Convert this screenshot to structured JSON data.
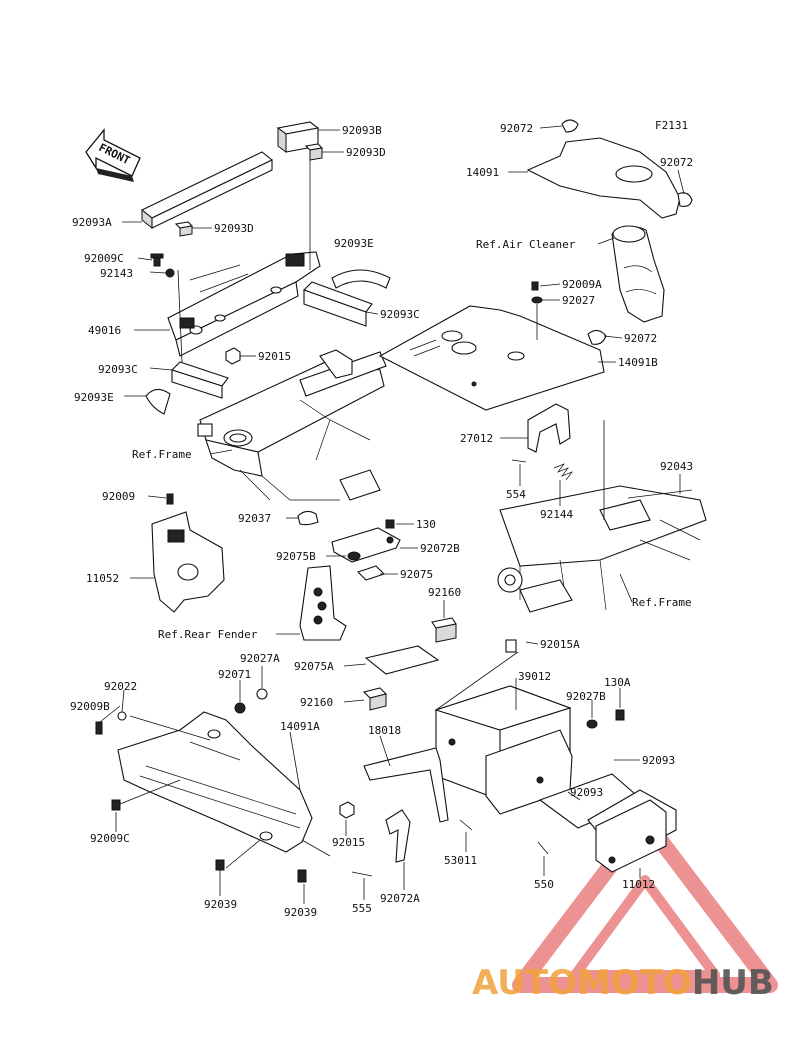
{
  "diagram": {
    "code": "F2131",
    "front_arrow": "FRONT",
    "callouts": [
      {
        "id": "c1",
        "text": "92093B"
      },
      {
        "id": "c2",
        "text": "92093D"
      },
      {
        "id": "c3",
        "text": "92093A"
      },
      {
        "id": "c4",
        "text": "92093D"
      },
      {
        "id": "c5",
        "text": "92009C"
      },
      {
        "id": "c6",
        "text": "92143"
      },
      {
        "id": "c7",
        "text": "92093E"
      },
      {
        "id": "c8",
        "text": "49016"
      },
      {
        "id": "c9",
        "text": "92093C"
      },
      {
        "id": "c10",
        "text": "92015"
      },
      {
        "id": "c11",
        "text": "92093C"
      },
      {
        "id": "c12",
        "text": "92093E"
      },
      {
        "id": "c13",
        "text": "92072"
      },
      {
        "id": "c14",
        "text": "14091"
      },
      {
        "id": "c15",
        "text": "92072"
      },
      {
        "id": "c16",
        "text": "92009A"
      },
      {
        "id": "c17",
        "text": "92027"
      },
      {
        "id": "c18",
        "text": "92072"
      },
      {
        "id": "c19",
        "text": "14091B"
      },
      {
        "id": "c20",
        "text": "27012"
      },
      {
        "id": "c21",
        "text": "554"
      },
      {
        "id": "c22",
        "text": "92144"
      },
      {
        "id": "c23",
        "text": "92043"
      },
      {
        "id": "c24",
        "text": "92009"
      },
      {
        "id": "c25",
        "text": "11052"
      },
      {
        "id": "c26",
        "text": "92037"
      },
      {
        "id": "c27",
        "text": "130"
      },
      {
        "id": "c28",
        "text": "92072B"
      },
      {
        "id": "c29",
        "text": "92075B"
      },
      {
        "id": "c30",
        "text": "92075"
      },
      {
        "id": "c31",
        "text": "92160"
      },
      {
        "id": "c32",
        "text": "92075A"
      },
      {
        "id": "c33",
        "text": "92015A"
      },
      {
        "id": "c34",
        "text": "92027A"
      },
      {
        "id": "c35",
        "text": "92071"
      },
      {
        "id": "c36",
        "text": "92022"
      },
      {
        "id": "c37",
        "text": "92009B"
      },
      {
        "id": "c38",
        "text": "14091A"
      },
      {
        "id": "c39",
        "text": "92160"
      },
      {
        "id": "c40",
        "text": "39012"
      },
      {
        "id": "c41",
        "text": "92027B"
      },
      {
        "id": "c42",
        "text": "130A"
      },
      {
        "id": "c43",
        "text": "18018"
      },
      {
        "id": "c44",
        "text": "92093"
      },
      {
        "id": "c45",
        "text": "92093"
      },
      {
        "id": "c46",
        "text": "92009C"
      },
      {
        "id": "c47",
        "text": "92015"
      },
      {
        "id": "c48",
        "text": "53011"
      },
      {
        "id": "c49",
        "text": "550"
      },
      {
        "id": "c50",
        "text": "11012"
      },
      {
        "id": "c51",
        "text": "92039"
      },
      {
        "id": "c52",
        "text": "92039"
      },
      {
        "id": "c53",
        "text": "555"
      },
      {
        "id": "c54",
        "text": "92072A"
      }
    ],
    "references": [
      {
        "id": "r1",
        "text": "Ref.Air Cleaner"
      },
      {
        "id": "r2",
        "text": "Ref.Frame"
      },
      {
        "id": "r3",
        "text": "Ref.Frame"
      },
      {
        "id": "r4",
        "text": "Ref.Rear Fender"
      }
    ]
  },
  "watermark": {
    "part1": "AUTOMOTO",
    "part2": "HUB",
    "color1": "#f2a23a",
    "color2": "#555555",
    "triangle_color": "#e03a3a"
  }
}
